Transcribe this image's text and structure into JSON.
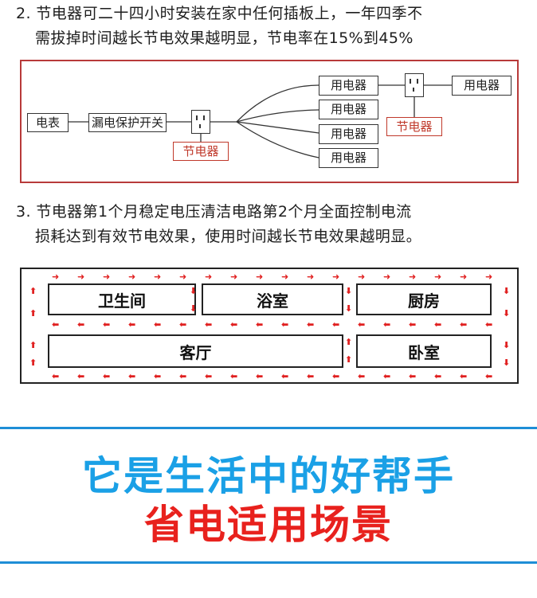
{
  "section2": {
    "line1": "2. 节电器可二十四小时安装在家中任何插板上，一年四季不",
    "line2": "需拔掉时间越长节电效果越明显，节电率在15%到45%"
  },
  "circuit": {
    "meter": "电表",
    "breaker": "漏电保护开关",
    "saver": "节电器",
    "appliance": "用电器"
  },
  "section3": {
    "line1": "3. 节电器第1个月稳定电压清洁电路第2个月全面控制电流",
    "line2": "损耗达到有效节电效果，使用时间越长节电效果越明显。"
  },
  "rooms": {
    "bathroom": "卫生间",
    "shower": "浴室",
    "kitchen": "厨房",
    "living": "客厅",
    "bedroom": "卧室"
  },
  "banner": {
    "line1": "它是生活中的好帮手",
    "line2": "省电适用场景"
  },
  "colors": {
    "blue": "#1aa0e6",
    "red": "#e8211d",
    "frame_red": "#b83a3a"
  }
}
